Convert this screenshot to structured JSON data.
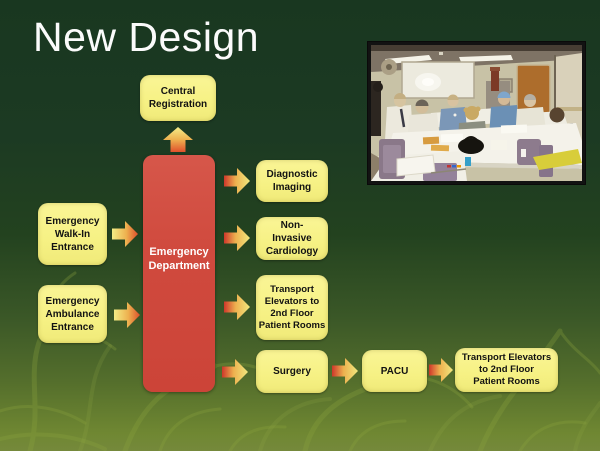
{
  "slide": {
    "title": "New Design"
  },
  "colors": {
    "background_top": "#1a3821",
    "background_bottom": "#75893b",
    "node_fill": "#f6f184",
    "node_text": "#121212",
    "center_fill": "#d04a3e",
    "center_text": "#ffffff",
    "arrow_yellow": "#f2ec85",
    "arrow_orange": "#dd4f2b",
    "arrow_red": "#ce372a",
    "title_text": "#fbfbfb"
  },
  "photo": {
    "name": "design-team-meeting-photo"
  },
  "diagram": {
    "center": {
      "lines": [
        "Emergency",
        "Department"
      ]
    },
    "nodes": {
      "central_registration": {
        "lines": [
          "Central",
          "Registration"
        ]
      },
      "walk_in": {
        "lines": [
          "Emergency",
          "Walk-In",
          "Entrance"
        ]
      },
      "ambulance": {
        "lines": [
          "Emergency",
          "Ambulance",
          "Entrance"
        ]
      },
      "diagnostic_imaging": {
        "lines": [
          "Diagnostic",
          "Imaging"
        ]
      },
      "cardiology": {
        "lines": [
          "Non-",
          "Invasive",
          "Cardiology"
        ]
      },
      "transport_elevators": {
        "lines": [
          "Transport",
          "Elevators to",
          "2nd Floor",
          "Patient Rooms"
        ]
      },
      "surgery": {
        "lines": [
          "Surgery"
        ]
      },
      "pacu": {
        "lines": [
          "PACU"
        ]
      },
      "transport_elevators_right": {
        "lines": [
          "Transport Elevators",
          "to 2nd Floor",
          "Patient Rooms"
        ]
      }
    }
  }
}
